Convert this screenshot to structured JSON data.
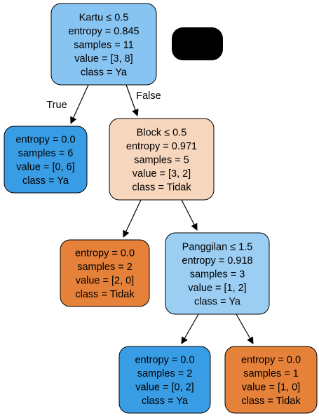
{
  "tree": {
    "colors": {
      "blue_light": "#88c4f2",
      "blue_pale": "#9ccef3",
      "peach": "#f7d6be",
      "orange": "#e58139",
      "blue": "#399de5",
      "stroke": "#000000",
      "redaction": "#000000"
    },
    "nodes": [
      {
        "id": "n0",
        "lines": [
          "Kartu ≤ 0.5",
          "entropy = 0.845",
          "samples = 11",
          "value = [3, 8]",
          "class = Ya"
        ],
        "fill": "blue_light"
      },
      {
        "id": "n1",
        "lines": [
          "entropy = 0.0",
          "samples = 6",
          "value = [0, 6]",
          "class = Ya"
        ],
        "fill": "blue"
      },
      {
        "id": "n2",
        "lines": [
          "Block ≤ 0.5",
          "entropy = 0.971",
          "samples = 5",
          "value = [3, 2]",
          "class = Tidak"
        ],
        "fill": "peach"
      },
      {
        "id": "n3",
        "lines": [
          "entropy = 0.0",
          "samples = 2",
          "value = [2, 0]",
          "class = Tidak"
        ],
        "fill": "orange"
      },
      {
        "id": "n4",
        "lines": [
          "Panggilan ≤ 1.5",
          "entropy = 0.918",
          "samples = 3",
          "value = [1, 2]",
          "class = Ya"
        ],
        "fill": "blue_pale"
      },
      {
        "id": "n5",
        "lines": [
          "entropy = 0.0",
          "samples = 2",
          "value = [0, 2]",
          "class = Ya"
        ],
        "fill": "blue"
      },
      {
        "id": "n6",
        "lines": [
          "entropy = 0.0",
          "samples = 1",
          "value = [1, 0]",
          "class = Tidak"
        ],
        "fill": "orange"
      }
    ],
    "edges": [
      {
        "from": "n0",
        "to": "n1",
        "label": "True"
      },
      {
        "from": "n0",
        "to": "n2",
        "label": "False"
      },
      {
        "from": "n2",
        "to": "n3",
        "label": ""
      },
      {
        "from": "n2",
        "to": "n4",
        "label": ""
      },
      {
        "from": "n4",
        "to": "n5",
        "label": ""
      },
      {
        "from": "n4",
        "to": "n6",
        "label": ""
      }
    ]
  }
}
